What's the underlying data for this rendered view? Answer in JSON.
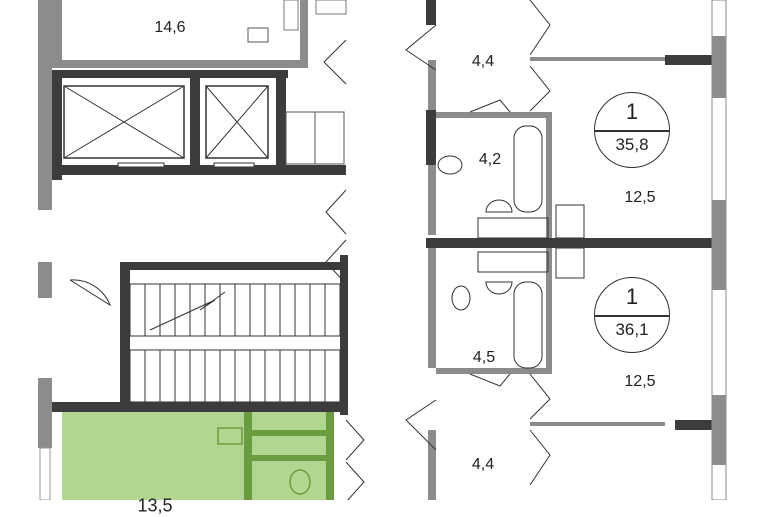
{
  "plan": {
    "colors": {
      "wall_dark": "#3c3c3c",
      "wall_grey": "#8c8c8c",
      "highlight": "#b1d68f",
      "highlight_dark": "#6c9c40"
    },
    "rooms": {
      "top_left": "14,6",
      "hall_top": "4,4",
      "bath_top": "4,2",
      "living_top": "12,5",
      "bath_bottom": "4,5",
      "living_bottom": "12,5",
      "hall_bottom": "4,4",
      "highlighted": "13,5"
    },
    "apartments": [
      {
        "rooms": "1",
        "area": "35,8"
      },
      {
        "rooms": "1",
        "area": "36,1"
      }
    ]
  }
}
